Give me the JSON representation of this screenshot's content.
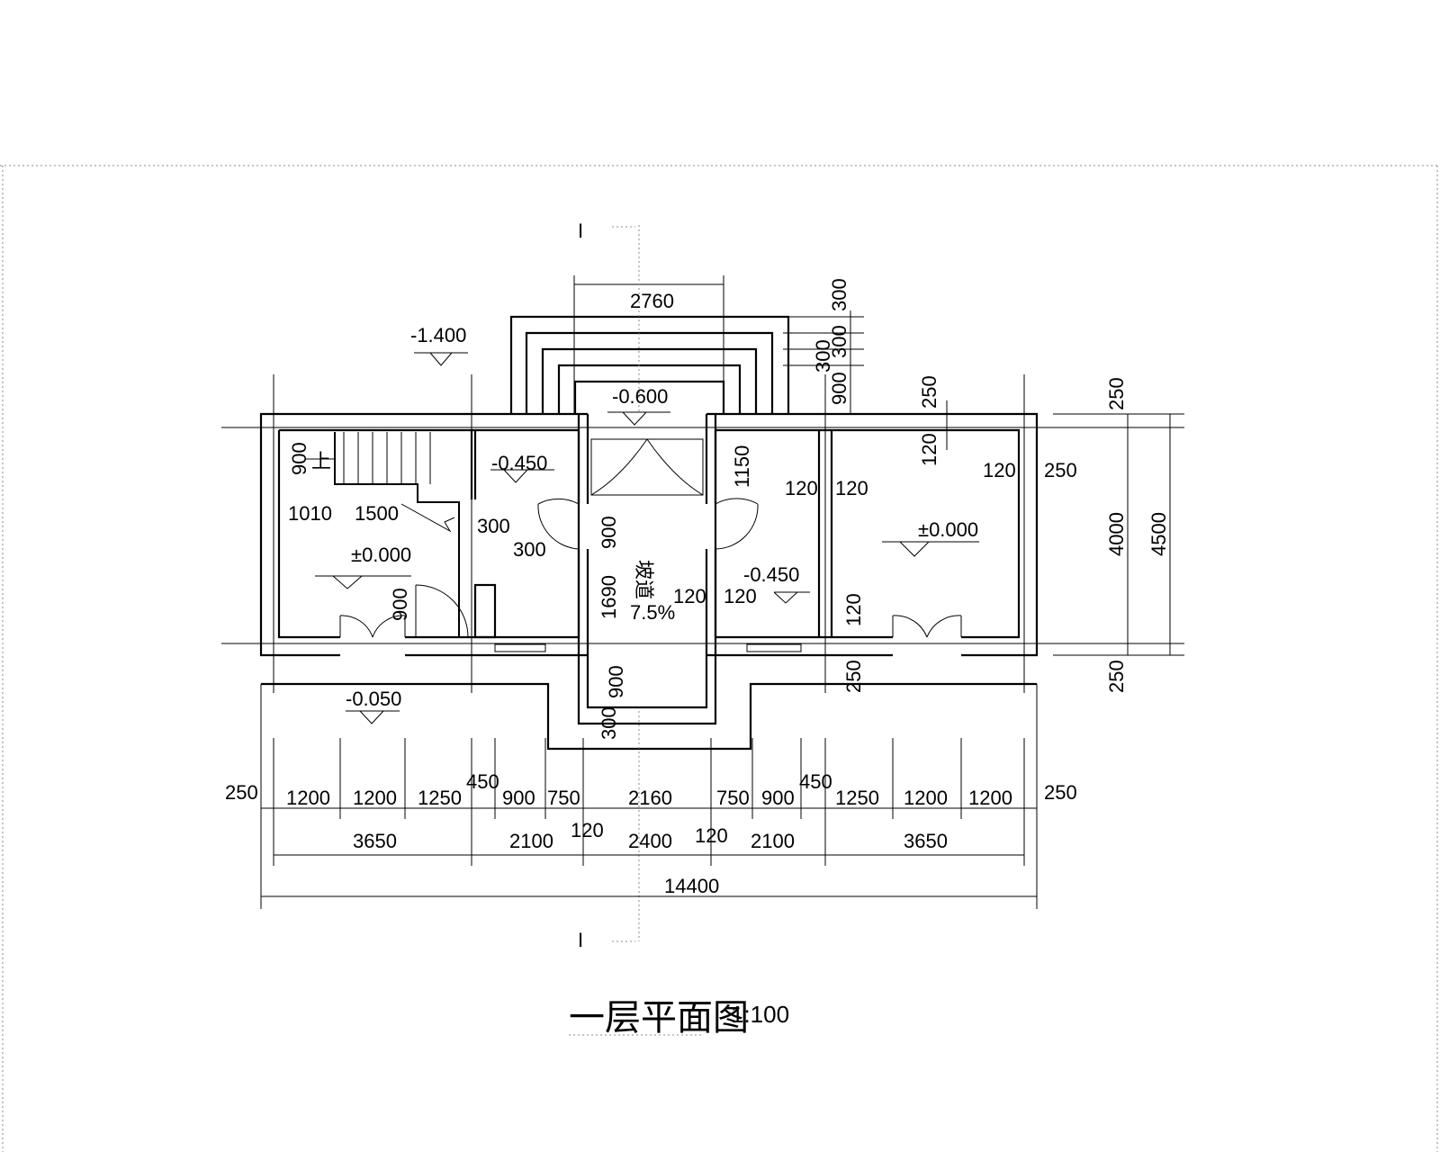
{
  "drawing": {
    "title": "一层平面图",
    "scale": "1:100",
    "section_mark": "I",
    "ramp_label": "坡道",
    "ramp_slope": "7.5%",
    "stair_label": "上"
  },
  "elevations": {
    "outside_top": "-1.400",
    "entry_top": "-0.600",
    "room_left_mid": "-0.450",
    "room_right_mid": "-0.450",
    "room_left": "±0.000",
    "room_right": "±0.000",
    "terrace": "-0.050"
  },
  "dims": {
    "top_width": "2760",
    "right_top": [
      "300",
      "300",
      "300",
      "900"
    ],
    "right_a": "250",
    "right_b": "250",
    "right_mid": "4000",
    "right_total": "4500",
    "right_bottom": "250",
    "inner_120": "120",
    "inner_120_b": "120",
    "inner_120_c": "120",
    "inner_120_d": "120",
    "inner_120_e": "120",
    "inner_120_f": "120",
    "inner_120_g": "120",
    "inner_250_a": "250",
    "inner_250_b": "250",
    "inner_1150": "1150",
    "inner_900_a": "900",
    "inner_900_b": "900",
    "inner_900_c": "900",
    "inner_900_d": "900",
    "inner_1010": "1010",
    "inner_1500": "1500",
    "inner_300_a": "300",
    "inner_300_b": "300",
    "inner_300_c": "300",
    "inner_1690": "1690",
    "row1": [
      "250",
      "1200",
      "1200",
      "1250",
      "450",
      "900",
      "750",
      "2160",
      "750",
      "900",
      "450",
      "1250",
      "1200",
      "1200",
      "250"
    ],
    "row2": [
      "3650",
      "2100",
      "120",
      "2400",
      "120",
      "2100",
      "3650"
    ],
    "total": "14400"
  }
}
